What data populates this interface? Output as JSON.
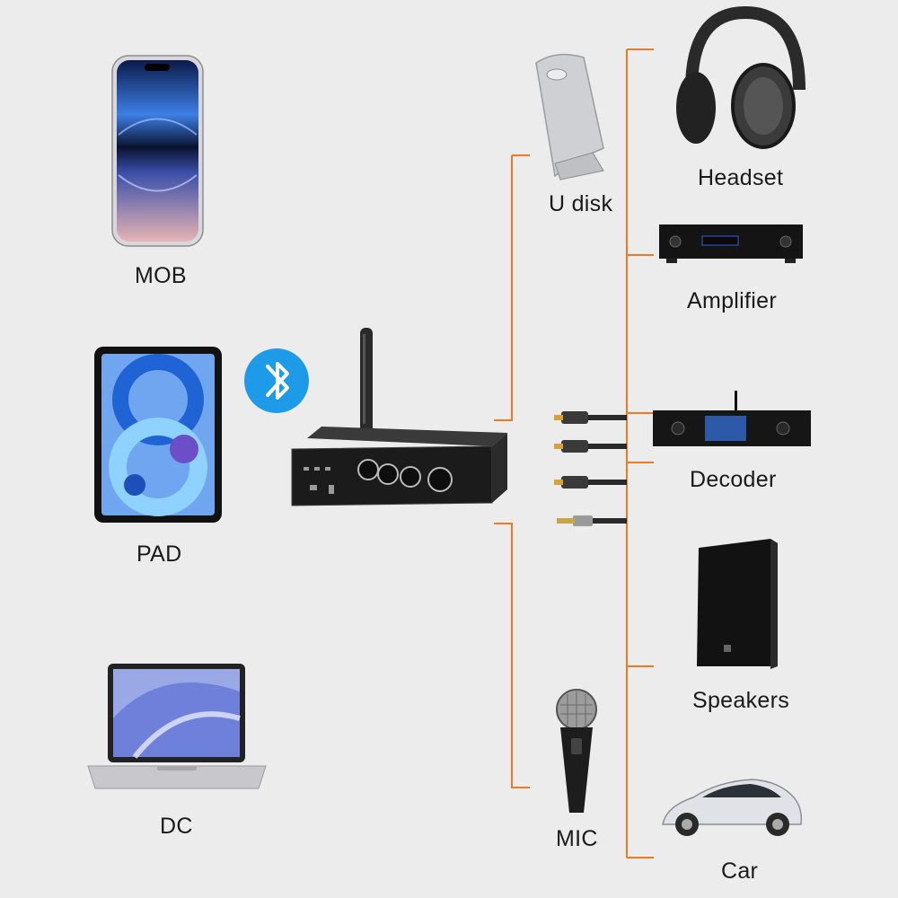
{
  "colors": {
    "connector": "#f07a22",
    "background": "#ececec",
    "bluetooth": "#1e9be8"
  },
  "source_devices": [
    {
      "label": "MOB",
      "icon": "smartphone-icon"
    },
    {
      "label": "PAD",
      "icon": "tablet-icon"
    },
    {
      "label": "DC",
      "icon": "laptop-icon"
    }
  ],
  "center": {
    "icon": "bluetooth-audio-receiver-icon",
    "badge_icon": "bluetooth-icon"
  },
  "input_devices": [
    {
      "label": "U disk",
      "icon": "usb-drive-icon"
    },
    {
      "label": "MIC",
      "icon": "microphone-icon"
    }
  ],
  "output_devices": [
    {
      "label": "Headset",
      "icon": "headphones-icon"
    },
    {
      "label": "Amplifier",
      "icon": "amplifier-icon"
    },
    {
      "label": "Decoder",
      "icon": "decoder-icon"
    },
    {
      "label": "Speakers",
      "icon": "speaker-icon"
    },
    {
      "label": "Car",
      "icon": "car-icon"
    }
  ],
  "cables": [
    "rca-cable-icon",
    "rca-cable-icon",
    "rca-cable-icon",
    "aux-cable-icon"
  ]
}
